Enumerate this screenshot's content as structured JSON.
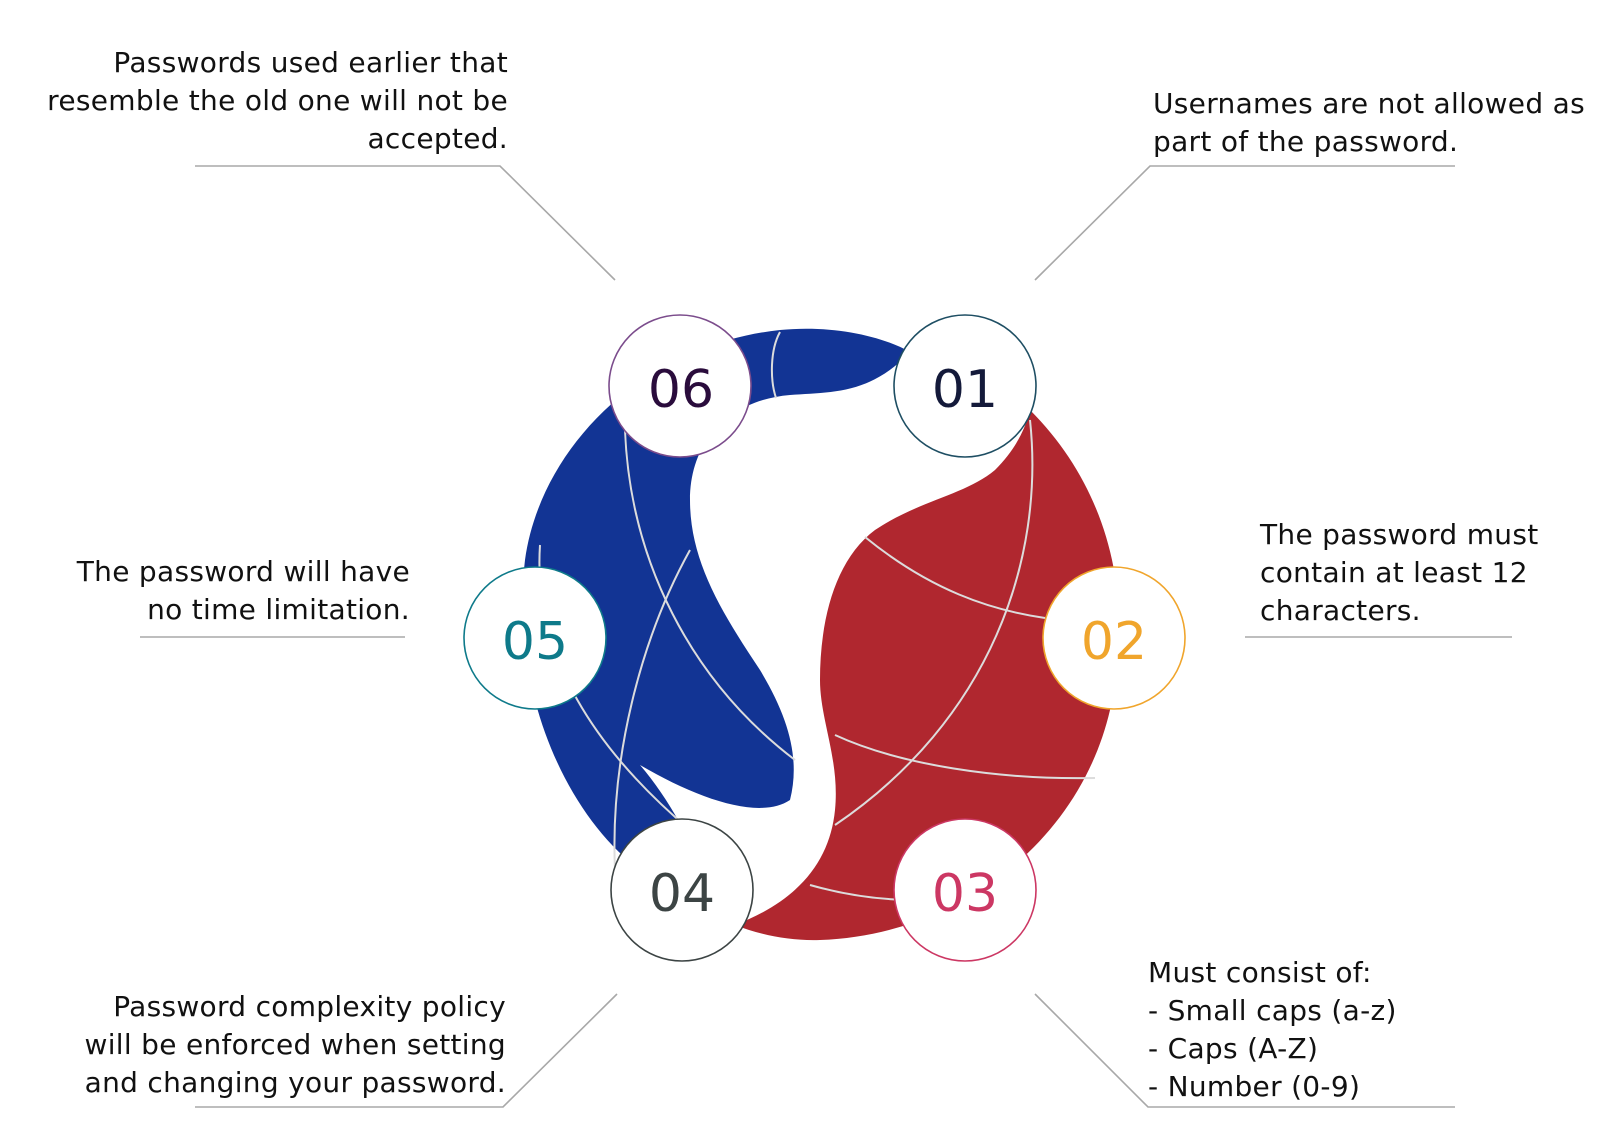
{
  "colors": {
    "blue": "#123494",
    "red": "#b0272f",
    "connector": "#a8a8a8"
  },
  "steps": [
    {
      "num": "01",
      "color": "#1e4e63",
      "text_color": "#141a3a",
      "text": "Usernames are not allowed as\npart of the password."
    },
    {
      "num": "02",
      "color": "#f0a52c",
      "text_color": "#f0a52c",
      "text": "The password must\ncontain at least 12\ncharacters."
    },
    {
      "num": "03",
      "color": "#cc3763",
      "text_color": "#cc3763",
      "text": "Must consist of:\n- Small caps (a-z)\n- Caps (A-Z)\n- Number (0-9)"
    },
    {
      "num": "04",
      "color": "#3c4444",
      "text_color": "#3c4444",
      "text": "Password complexity policy\nwill be enforced when setting\nand changing your password."
    },
    {
      "num": "05",
      "color": "#0e7a8a",
      "text_color": "#0e7a8a",
      "text": "The password will have\nno time limitation."
    },
    {
      "num": "06",
      "color": "#7b4c8c",
      "text_color": "#2a0c3c",
      "text": "Passwords used earlier that\nresemble the old one will not be\naccepted."
    }
  ]
}
